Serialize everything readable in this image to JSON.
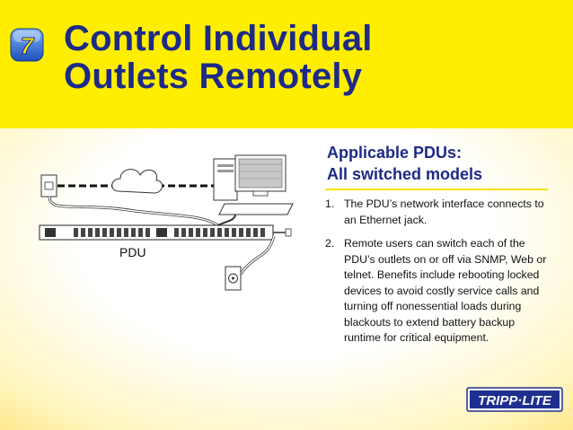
{
  "slide": {
    "number": "7",
    "title_line1": "Control Individual",
    "title_line2": "Outlets Remotely"
  },
  "diagram": {
    "pdu_label": "PDU"
  },
  "panel": {
    "heading_line1": "Applicable PDUs:",
    "heading_line2": "All switched models",
    "items": [
      {
        "num": "1.",
        "text": "The PDU’s network interface connects to an Ethernet jack."
      },
      {
        "num": "2.",
        "text": "Remote users can switch each of the PDU’s outlets on or off via SNMP, Web or telnet. Benefits include rebooting locked devices to avoid costly service calls and turning off nonessential loads during blackouts to extend battery backup runtime for critical equipment."
      }
    ]
  },
  "logo": {
    "text": "TRIPP·LITE"
  },
  "colors": {
    "banner": "#ffee00",
    "title": "#1d2a87",
    "heading": "#1d2a87",
    "logo_blue": "#1f2f8f"
  }
}
